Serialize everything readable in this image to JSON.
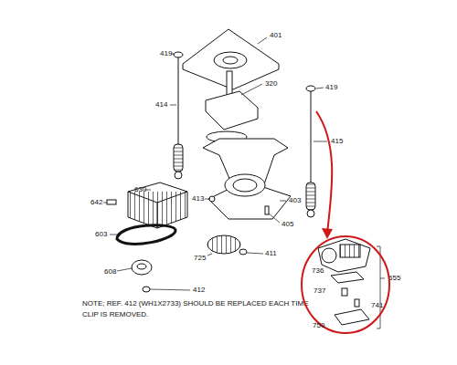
{
  "diagram": {
    "nodes": [
      {
        "text": [
          "736",
          "737",
          "741",
          "750"
        ]
      }
    ],
    "labels": [
      "401",
      "419",
      "320",
      "419",
      "414",
      "415",
      "630",
      "642",
      "413",
      "403",
      "405",
      "603",
      "725",
      "411",
      "608",
      "412",
      "655",
      "NOTE; REF. 412 (WH1X2733) SHOULD BE REPLACED EACH TIME CLIP IS REMOVED."
    ]
  }
}
